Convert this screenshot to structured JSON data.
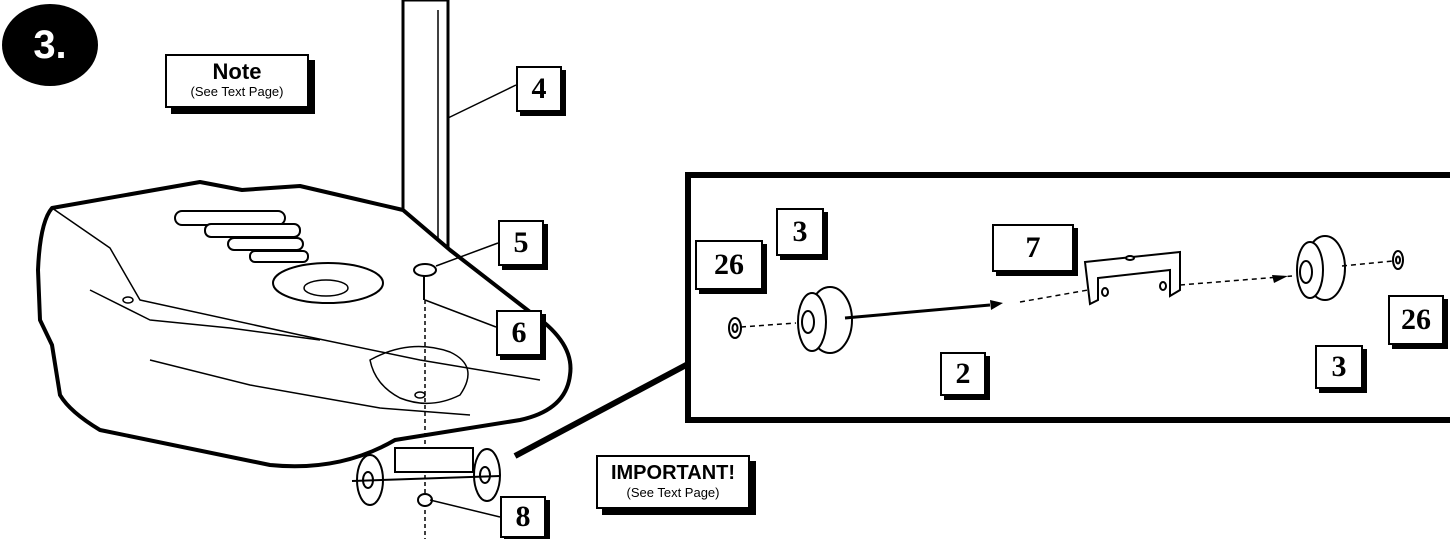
{
  "step": {
    "label": "3."
  },
  "note": {
    "title": "Note",
    "subtitle": "(See Text Page)"
  },
  "important": {
    "title": "IMPORTANT!",
    "subtitle": "(See Text Page)"
  },
  "callouts": {
    "upright": "4",
    "pin_upper": "5",
    "pin_lower": "6",
    "nut": "8",
    "axle": "2",
    "wheel_left": "3",
    "wheel_right": "3",
    "bracket": "7",
    "washer_left": "26",
    "washer_right": "26"
  }
}
